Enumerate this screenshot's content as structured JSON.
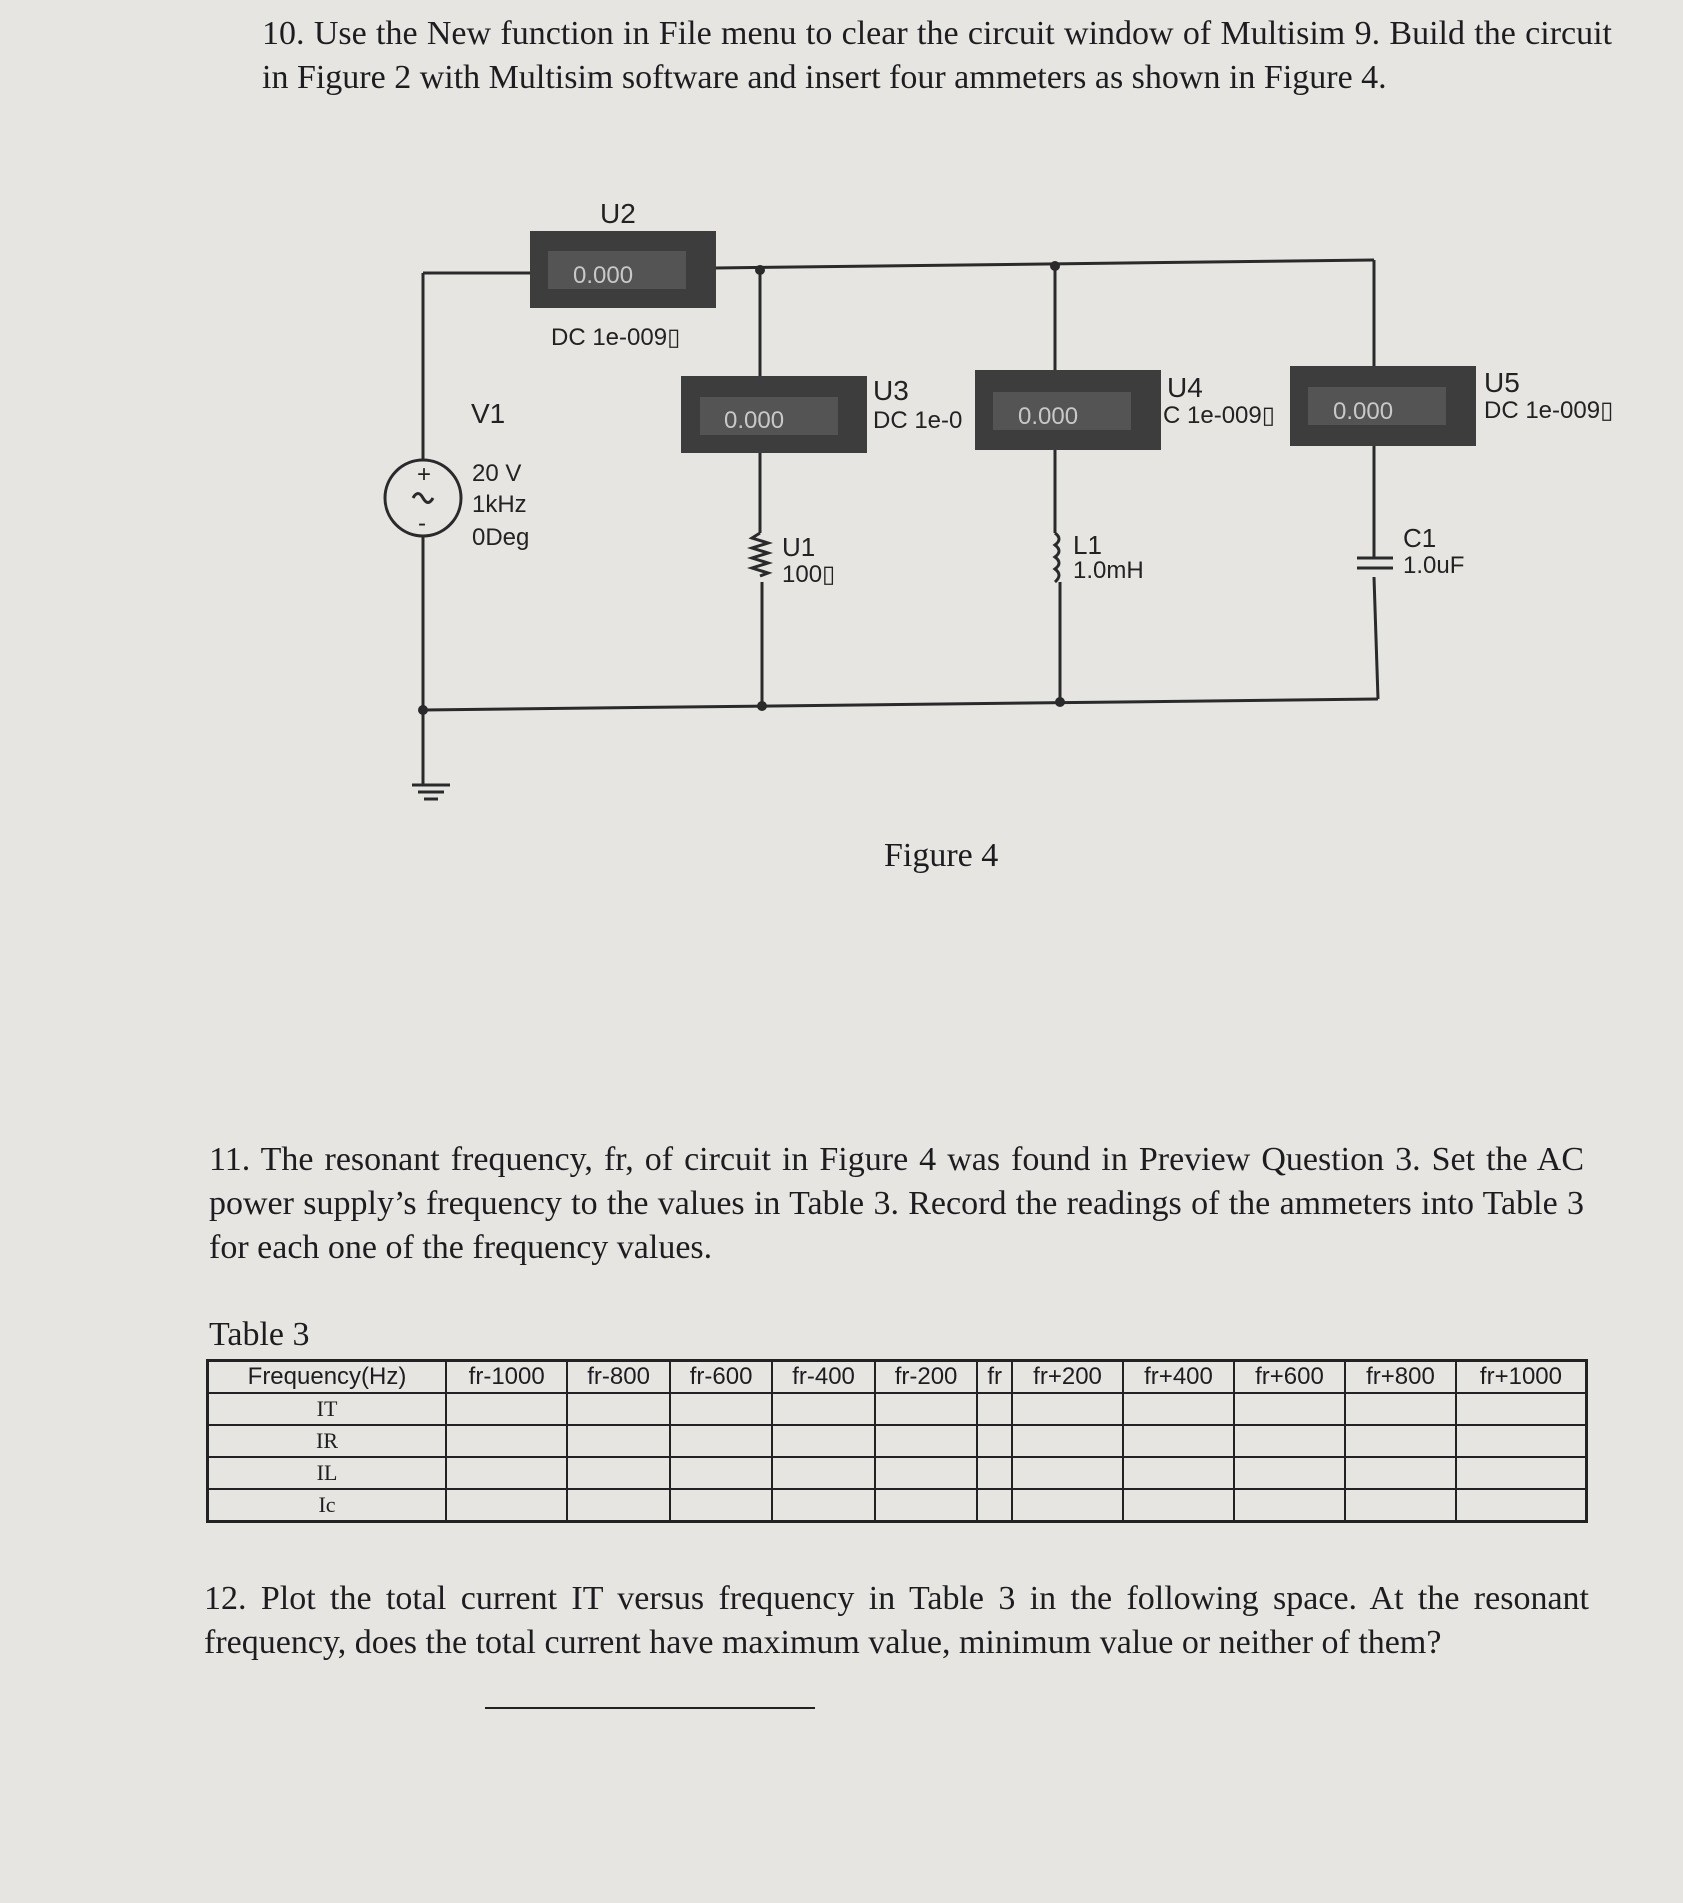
{
  "q10": {
    "text": "10. Use the New function in File menu to clear the circuit window of Multisim 9. Build the circuit in Figure 2 with Multisim software and insert four ammeters as shown in Figure 4."
  },
  "circuit": {
    "source": {
      "name": "V1",
      "voltage": "20 V",
      "frequency": "1kHz",
      "phase": "0Deg"
    },
    "ammeters": [
      {
        "name": "U2",
        "reading": "0.000",
        "mode": "DC  1e-009▯"
      },
      {
        "name": "U3",
        "reading": "0.000",
        "mode": "DC  1e-0"
      },
      {
        "name": "U4",
        "reading": "0.000",
        "mode": "C  1e-009▯"
      },
      {
        "name": "U5",
        "reading": "0.000",
        "mode": "DC  1e-009▯"
      }
    ],
    "resistor": {
      "name": "U1",
      "value": "100▯"
    },
    "inductor": {
      "name": "L1",
      "value": "1.0mH"
    },
    "capacitor": {
      "name": "C1",
      "value": "1.0uF"
    }
  },
  "figure_caption": "Figure 4",
  "q11": {
    "text": "11. The resonant frequency, fr, of circuit in Figure 4 was found in Preview Question 3. Set the AC power supply’s frequency to the values in Table 3. Record the readings of the ammeters into Table 3 for each one of the frequency values."
  },
  "table": {
    "title": "Table 3",
    "headers": [
      "Frequency(Hz)",
      "fr-1000",
      "fr-800",
      "fr-600",
      "fr-400",
      "fr-200",
      "fr",
      "fr+200",
      "fr+400",
      "fr+600",
      "fr+800",
      "fr+1000"
    ],
    "rows": [
      "IT",
      "IR",
      "IL",
      "Ic"
    ]
  },
  "q12": {
    "text": "12. Plot the total current IT versus frequency in Table 3 in the following space. At the resonant frequency, does the total current have maximum value, minimum value or neither of them?"
  }
}
